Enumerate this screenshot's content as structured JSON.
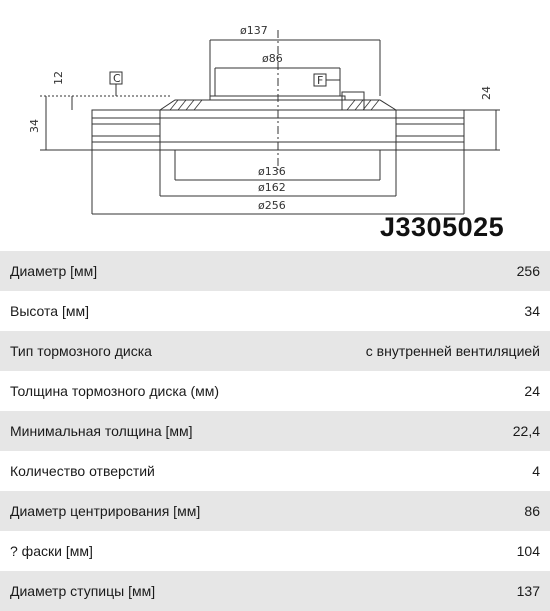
{
  "drawing": {
    "dims": {
      "d137": "ø137",
      "d86": "ø86",
      "h12": "12",
      "h34": "34",
      "h24": "24",
      "d136": "ø136",
      "d162": "ø162",
      "d256": "ø256"
    },
    "tags": {
      "c": "C",
      "f": "F"
    }
  },
  "part_number": "J3305025",
  "specs": [
    {
      "label": "Диаметр [мм]",
      "value": "256"
    },
    {
      "label": "Высота [мм]",
      "value": "34"
    },
    {
      "label": "Тип тормозного диска",
      "value": "с внутренней вентиляцией"
    },
    {
      "label": "Толщина тормозного диска (мм)",
      "value": "24"
    },
    {
      "label": "Минимальная толщина [мм]",
      "value": "22,4"
    },
    {
      "label": "Количество отверстий",
      "value": "4"
    },
    {
      "label": "Диаметр центрирования [мм]",
      "value": "86"
    },
    {
      "label": "? фаски [мм]",
      "value": "104"
    },
    {
      "label": "Диаметр ступицы [мм]",
      "value": "137"
    }
  ]
}
